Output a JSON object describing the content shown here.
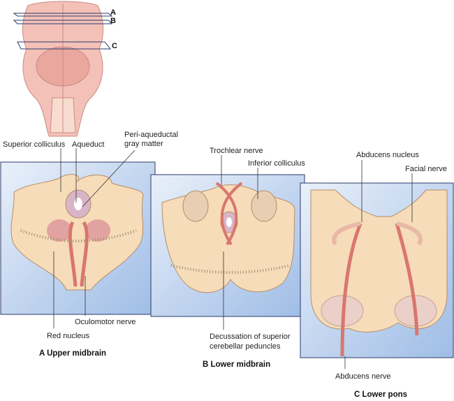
{
  "overview": {
    "levels": [
      "A",
      "B",
      "C"
    ]
  },
  "panels": [
    {
      "caption": "A Upper midbrain",
      "labels": [
        "Superior colliculus",
        "Aqueduct",
        "Peri-aqueductal",
        "gray matter",
        "Red nucleus",
        "Oculomotor nerve"
      ]
    },
    {
      "caption": "B Lower midbrain",
      "labels": [
        "Trochlear nerve",
        "Inferior colliculus",
        "Decussation of superior",
        "cerebellar peduncles"
      ]
    },
    {
      "caption": "C Lower pons",
      "labels": [
        "Abducens nucleus",
        "Facial nerve",
        "Abducens nerve"
      ]
    }
  ],
  "colors": {
    "tissue": "#f6dcb8",
    "nerve": "#d9766e",
    "box": "#c4d6f0",
    "border": "#2c3a6a",
    "brainstem": "#f1b9b0"
  }
}
